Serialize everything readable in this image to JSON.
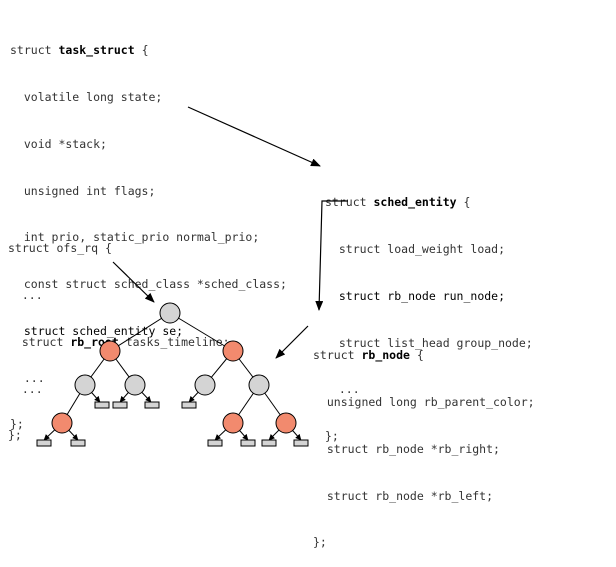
{
  "task_struct": {
    "header_prefix": "struct ",
    "name": "task_struct",
    "header_suffix": " {",
    "fields": [
      {
        "text": "  volatile long state;",
        "highlight": false
      },
      {
        "text": "  void *stack;",
        "highlight": false
      },
      {
        "text": "  unsigned int flags;",
        "highlight": false
      },
      {
        "text": "  int prio, static_prio normal_prio;",
        "highlight": false
      },
      {
        "text": "  const struct sched_class *sched_class;",
        "highlight": false
      },
      {
        "text": "  struct sched_entity se;",
        "highlight": true
      },
      {
        "text": "  ...",
        "highlight": false
      }
    ],
    "closing": "};"
  },
  "sched_entity": {
    "header_prefix": "struct ",
    "name": "sched_entity",
    "header_suffix": " {",
    "fields": [
      {
        "text": "  struct load_weight load;",
        "highlight": false
      },
      {
        "text": "  struct rb_node run_node;",
        "highlight": true
      },
      {
        "text": "  struct list_head group_node;",
        "highlight": false
      },
      {
        "text": "  ...",
        "highlight": false
      }
    ],
    "closing": "};"
  },
  "cfs_rq": {
    "header_prefix": "struct ",
    "name": "ofs_rq",
    "header_suffix": " {",
    "fields": [
      {
        "text": "  ...",
        "highlight": false
      },
      {
        "pre": "  struct ",
        "bold": "rb_root",
        "post": " tasks_timeline;"
      },
      {
        "text": "  ...",
        "highlight": false
      }
    ],
    "closing": "};"
  },
  "rb_node": {
    "header_prefix": "struct ",
    "name": "rb_node",
    "header_suffix": " {",
    "fields": [
      {
        "text": "  unsigned long rb_parent_color;",
        "highlight": false
      },
      {
        "text": "  struct rb_node *rb_right;",
        "highlight": false
      },
      {
        "text": "  struct rb_node *rb_left;",
        "highlight": false
      }
    ],
    "closing": "};"
  },
  "colors": {
    "red_node": "#f28a6e",
    "black_node": "#d4d4d4",
    "leaf": "#d4d4d4",
    "stroke": "#000000"
  },
  "tree": {
    "nodes": [
      {
        "id": "n1",
        "color": "black"
      },
      {
        "id": "n2",
        "color": "red"
      },
      {
        "id": "n3",
        "color": "red"
      },
      {
        "id": "n4",
        "color": "black"
      },
      {
        "id": "n5",
        "color": "black"
      },
      {
        "id": "n6",
        "color": "black"
      },
      {
        "id": "n7",
        "color": "black"
      },
      {
        "id": "n8",
        "color": "red"
      },
      {
        "id": "n9",
        "color": "red"
      },
      {
        "id": "n10",
        "color": "red"
      }
    ]
  }
}
